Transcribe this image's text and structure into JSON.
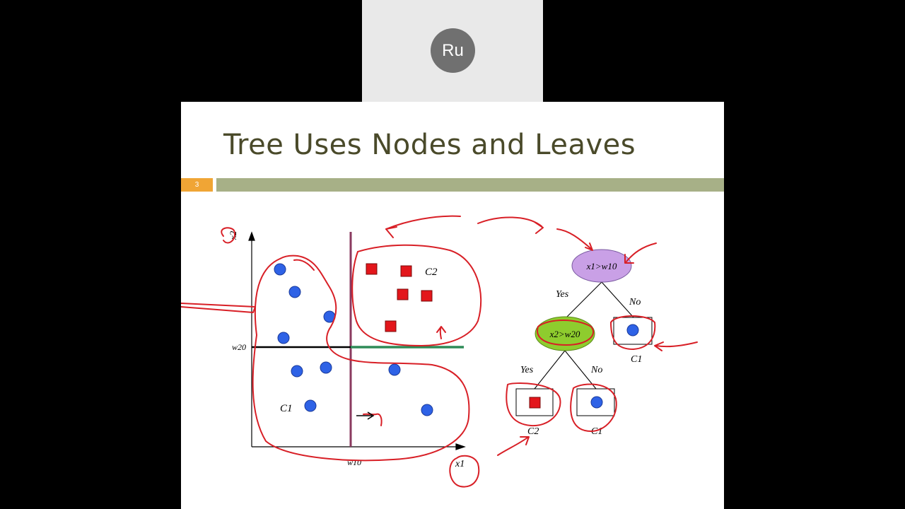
{
  "participant": {
    "initials": "Ru"
  },
  "slide": {
    "title": "Tree Uses Nodes and Leaves",
    "number": "3"
  },
  "diagram": {
    "scatter": {
      "x_axis_label": "x1",
      "y_axis_label": "x2",
      "x_threshold_label": "w10",
      "y_threshold_label": "w20",
      "class1_label": "C1",
      "class2_label": "C2"
    },
    "tree": {
      "root_test": "x1>w10",
      "inner_test": "x2>w20",
      "yes": "Yes",
      "no": "No",
      "leaves": [
        "C1",
        "C2",
        "C1"
      ]
    },
    "colors": {
      "circle": "#2e62e6",
      "square": "#e3161b",
      "root_node": "#c9a0e6",
      "inner_node": "#8ecc2e",
      "divider": "#8a3a5f",
      "threshold": "#2e8b57",
      "annotation": "#d81f26"
    }
  }
}
